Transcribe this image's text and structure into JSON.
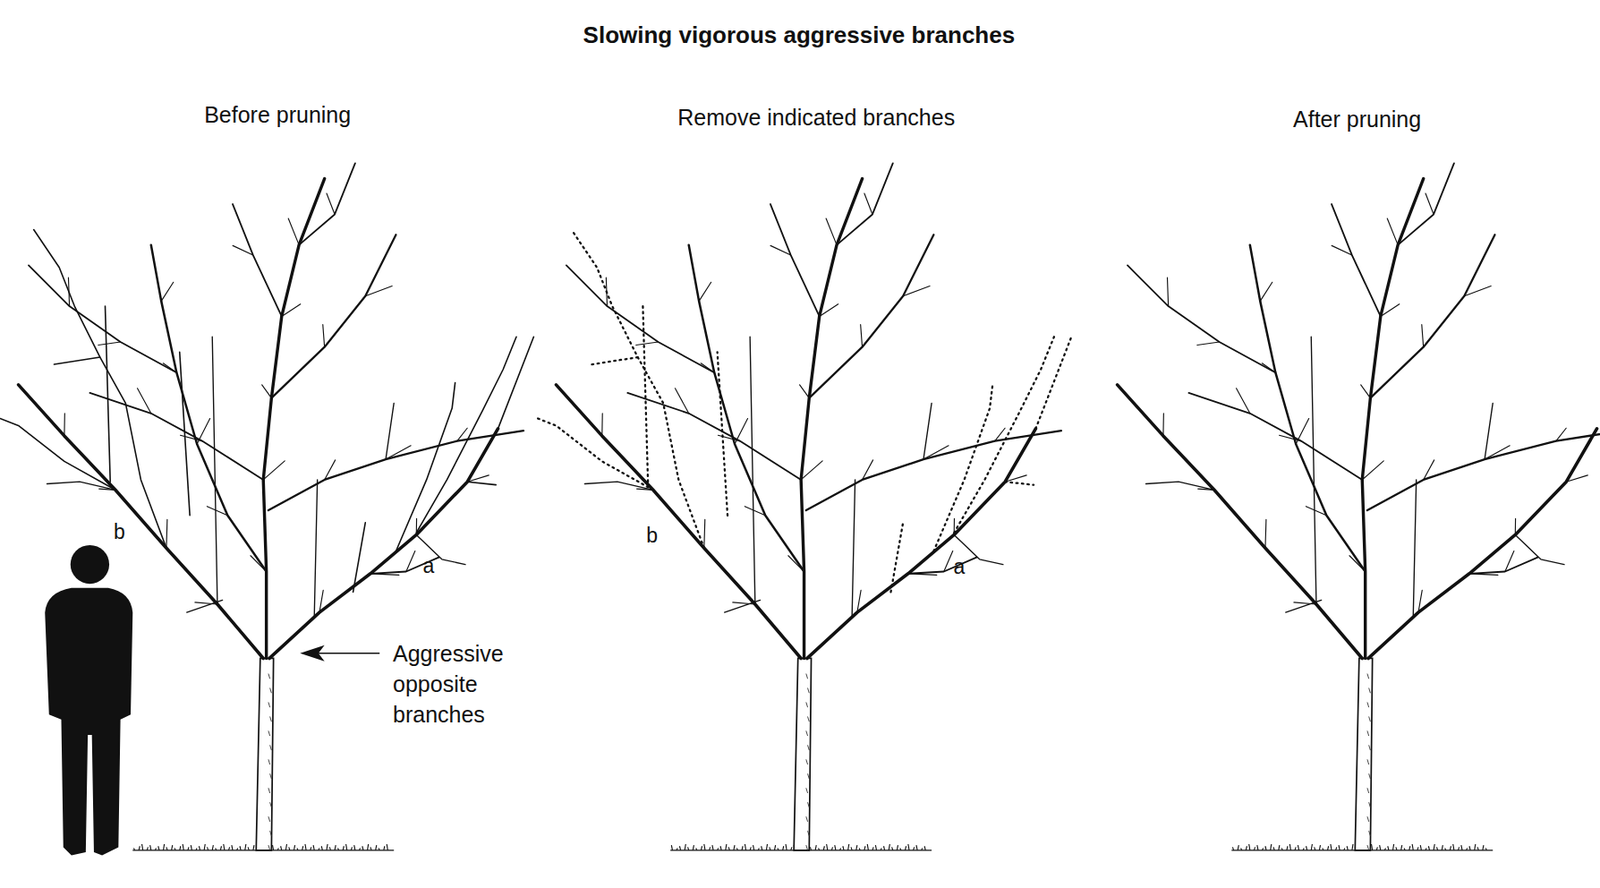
{
  "diagram": {
    "title": "Slowing vigorous aggressive branches",
    "labels": [
      "Before pruning",
      "Remove indicated branches",
      "After pruning",
      "b",
      "a",
      "Aggressive opposite branches",
      "b",
      "a"
    ]
  }
}
